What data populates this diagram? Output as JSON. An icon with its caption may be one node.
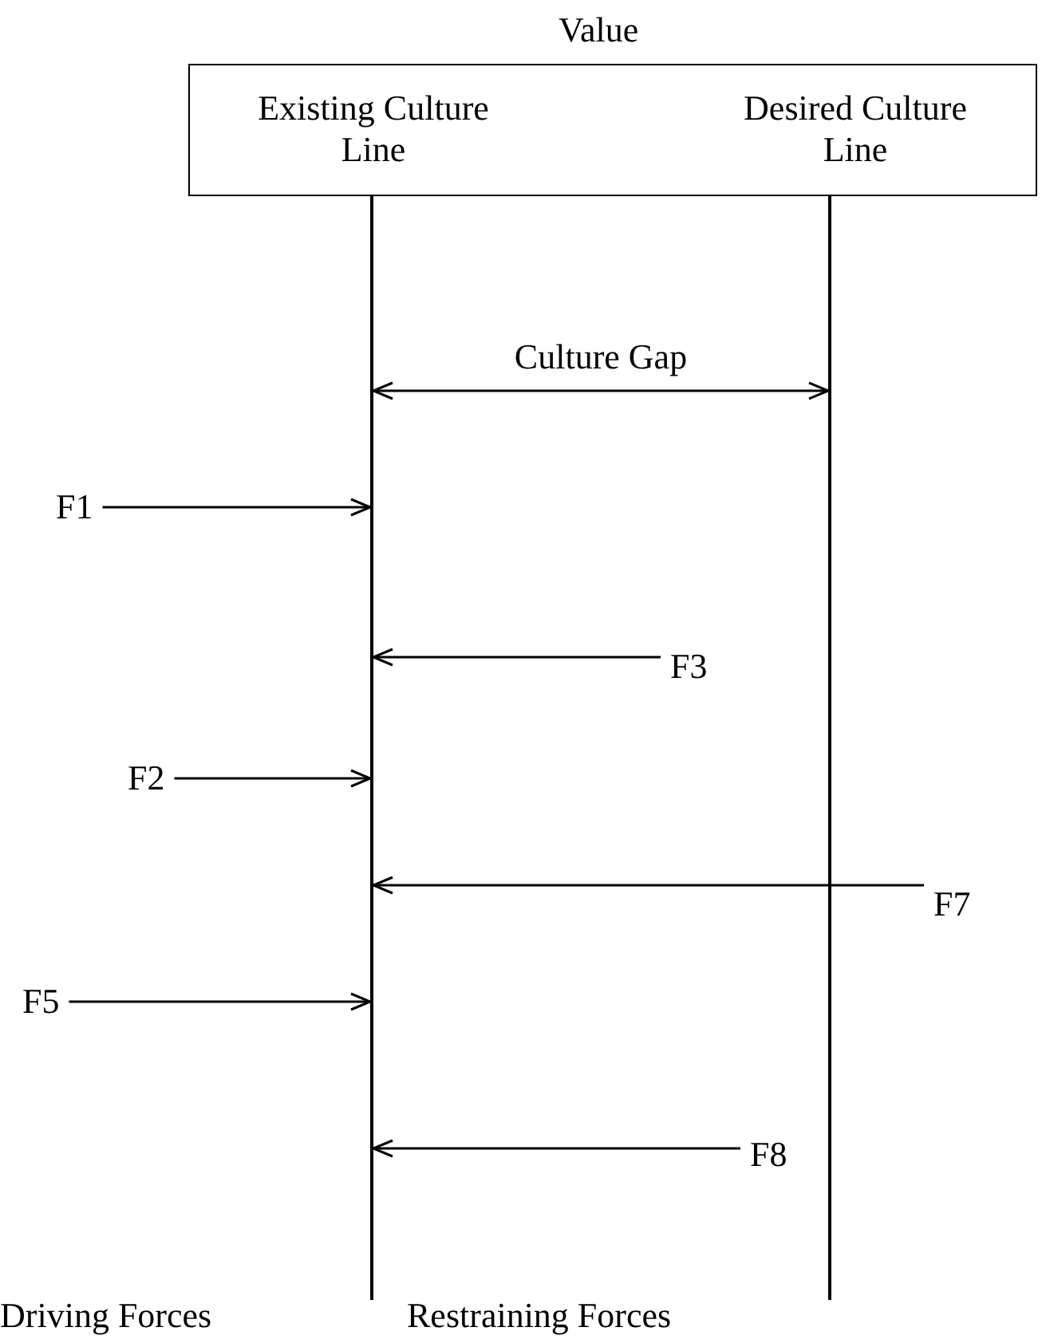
{
  "diagram": {
    "title": "Value",
    "nodes": [
      {
        "text": [
          "Existing Culture Line",
          "Desired Culture Line"
        ]
      },
      {
        "text": [],
        "shape": "bar"
      },
      {
        "text": [],
        "shape": "bar"
      },
      {
        "text": [
          "F1"
        ]
      },
      {
        "text": [
          "F3"
        ]
      },
      {
        "text": [
          "F2"
        ]
      },
      {
        "text": [
          "F7"
        ]
      },
      {
        "text": [
          "F5"
        ]
      },
      {
        "text": [
          "F8"
        ]
      }
    ],
    "edges": [
      {
        "from": 1,
        "to": 2,
        "arrow": "both",
        "label": "Culture Gap"
      },
      {
        "from": 3,
        "to": 1,
        "arrow": "to"
      },
      {
        "from": 4,
        "to": 1,
        "arrow": "to"
      },
      {
        "from": 5,
        "to": 1,
        "arrow": "to"
      },
      {
        "from": 6,
        "to": 1,
        "arrow": "to"
      },
      {
        "from": 7,
        "to": 1,
        "arrow": "to"
      },
      {
        "from": 8,
        "to": 1,
        "arrow": "to"
      }
    ],
    "labels": [
      "Driving Forces",
      "Restraining Forces"
    ]
  }
}
